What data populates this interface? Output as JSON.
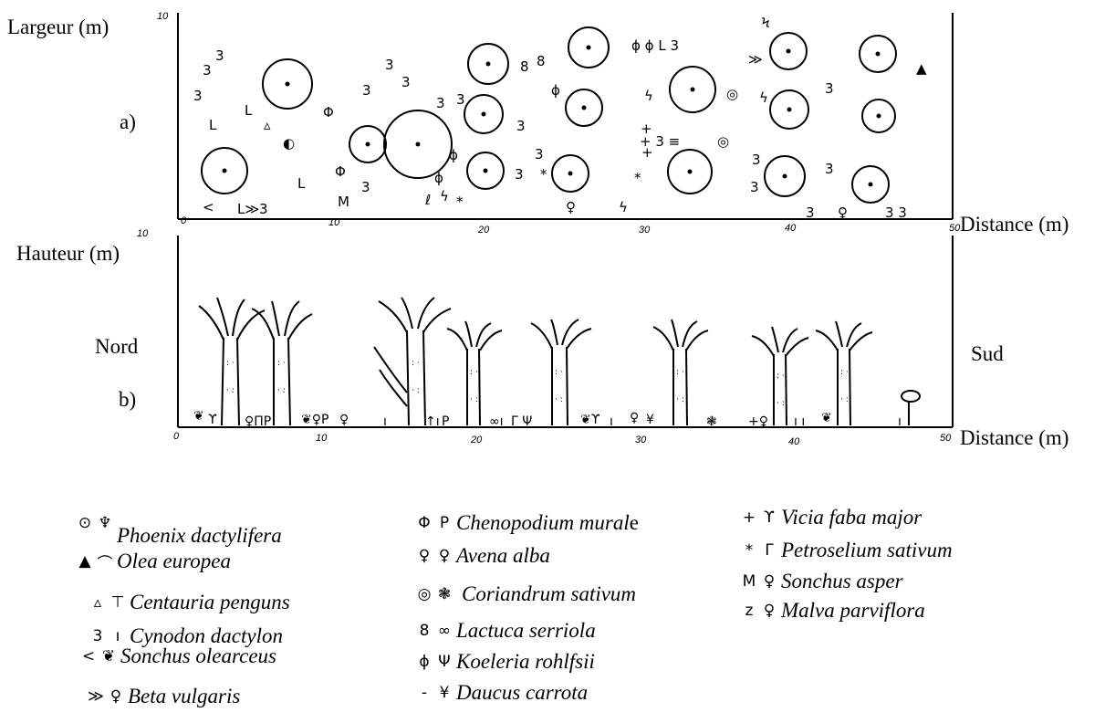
{
  "panel_a": {
    "letter": "a)",
    "y_label": "Largeur (m)",
    "y_max": "10",
    "x_label": "Distance (m)",
    "x_ticks": [
      "0",
      "10",
      "20",
      "30",
      "40",
      "50"
    ]
  },
  "panel_b": {
    "letter": "b)",
    "y_label": "Hauteur (m)",
    "y_max": "10",
    "x_label": "Distance (m)",
    "x_ticks": [
      "0",
      "10",
      "20",
      "30",
      "40",
      "50"
    ],
    "left_label": "Nord",
    "right_label": "Sud"
  },
  "legend": [
    {
      "sym1": "⊙",
      "sym2": "♆",
      "name": "Phoenix dactylifera"
    },
    {
      "sym1": "▲",
      "sym2": "⌒",
      "name": "Olea europea"
    },
    {
      "sym1": "▵",
      "sym2": "⊤",
      "name": "Centauria penguns"
    },
    {
      "sym1": "3",
      "sym2": "ı",
      "name": "Cynodon dactylon"
    },
    {
      "sym1": "<",
      "sym2": "❦",
      "name": "Sonchus olearceus"
    },
    {
      "sym1": "≫",
      "sym2": "♀",
      "name": "Beta vulgaris"
    },
    {
      "sym1": "Φ",
      "sym2": "P",
      "name": "Chenopodium mural",
      "name_suffix": "e"
    },
    {
      "sym1": "♀",
      "sym2": "♀",
      "name": "Avena alba"
    },
    {
      "sym1": "◎",
      "sym2": "❃",
      "name": "Coriandrum sativum"
    },
    {
      "sym1": "8",
      "sym2": "∞",
      "name": "Lactuca serriola"
    },
    {
      "sym1": "ϕ",
      "sym2": "Ψ",
      "name": "Koeleria rohlfsii"
    },
    {
      "sym1": "-",
      "sym2": "¥",
      "name": "Daucus carrota"
    },
    {
      "sym1": "+",
      "sym2": "ϒ",
      "name": "Vicia faba major"
    },
    {
      "sym1": "*",
      "sym2": "Γ",
      "name": "Petroselium sativum"
    },
    {
      "sym1": "M",
      "sym2": "♀",
      "name": "Sonchus asper"
    },
    {
      "sym1": "z",
      "sym2": "♀",
      "name": "Malva parviflora"
    }
  ]
}
